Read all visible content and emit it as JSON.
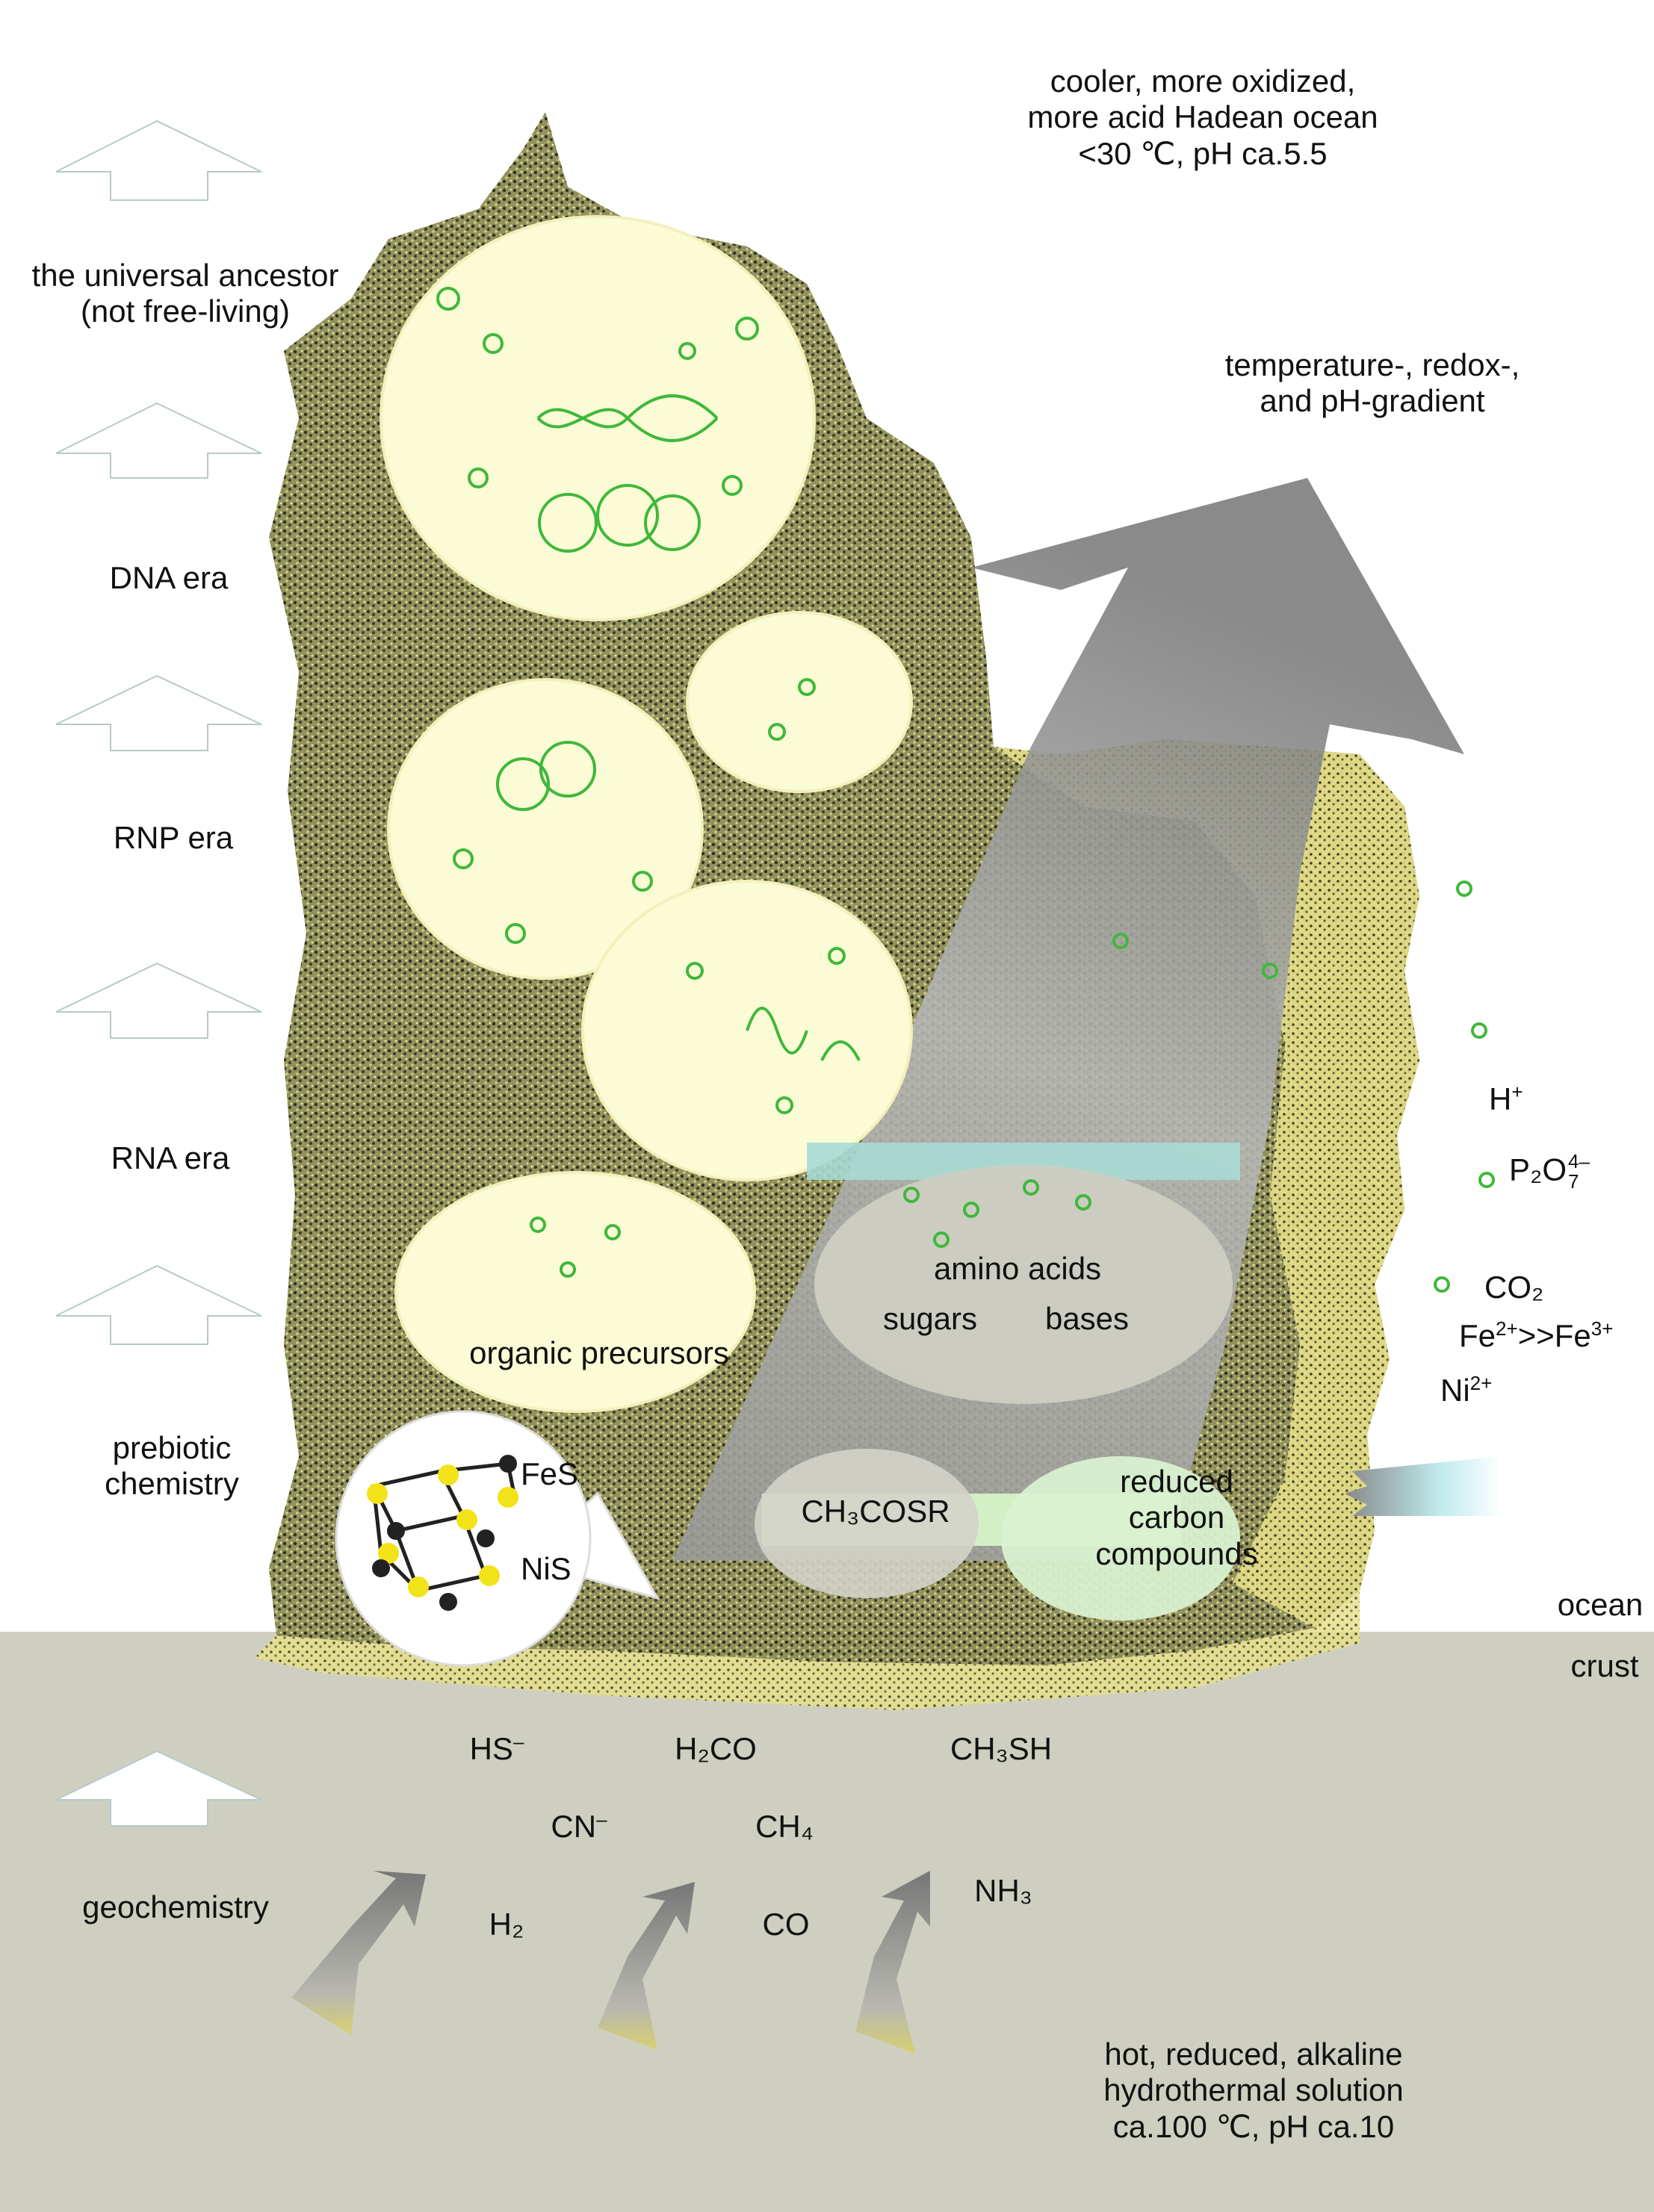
{
  "ocean_conditions": {
    "line1": "cooler, more oxidized,",
    "line2": "more acid Hadean ocean",
    "line3": "<30 ℃, pH ca.5.5"
  },
  "gradient_label": {
    "line1": "temperature-, redox-,",
    "line2": "and pH-gradient"
  },
  "stages": {
    "universal_ancestor_line1": "the universal ancestor",
    "universal_ancestor_line2": "(not free-living)",
    "dna_era": "DNA era",
    "rnp_era": "RNP era",
    "rna_era": "RNA era",
    "prebiotic_line1": "prebiotic",
    "prebiotic_line2": "chemistry",
    "geochemistry": "geochemistry"
  },
  "compartments": {
    "organic_precursors": "organic precursors",
    "amino_acids": "amino acids",
    "sugars": "sugars",
    "bases": "bases",
    "ch3cosr": "CH₃COSR",
    "reduced_line1": "reduced",
    "reduced_line2": "carbon",
    "reduced_line3": "compounds"
  },
  "minerals": {
    "fes": "FeS",
    "nis": "NiS"
  },
  "ocean_ions": {
    "h": "H",
    "h_charge": "+",
    "p2o7": "P₂O",
    "p2o7_sub": "7",
    "p2o7_charge": "4–",
    "co2": "CO₂",
    "fe_ratio_a": "Fe",
    "fe_charge_a": "2+",
    "fe_ratio_mid": ">>Fe",
    "fe_charge_b": "3+",
    "ni": "Ni",
    "ni_charge": "2+"
  },
  "layers": {
    "ocean": "ocean",
    "crust": "crust"
  },
  "hydrothermal_species": {
    "hs": "HS",
    "hs_charge": "–",
    "h2co": "H₂CO",
    "ch3sh": "CH₃SH",
    "cn": "CN",
    "cn_charge": "–",
    "ch4": "CH₄",
    "h2": "H₂",
    "co": "CO",
    "nh3": "NH₃"
  },
  "hydrothermal_conditions": {
    "line1": "hot, reduced, alkaline",
    "line2": "hydrothermal solution",
    "line3": "ca.100 ℃, pH ca.10"
  },
  "colors": {
    "crust": "#cfcfc1",
    "compartment_fill": "#fbfbd6",
    "mound_dark": "#3a3a1e",
    "mound_yellow": "#e9e58a",
    "biomolecule_green": "#3fb83a",
    "gray_arrow": "#8a8a8a",
    "cyan_band": "#a6dcd4",
    "green_band": "#d6f3c8",
    "fes_yellow": "#f2e21a"
  }
}
